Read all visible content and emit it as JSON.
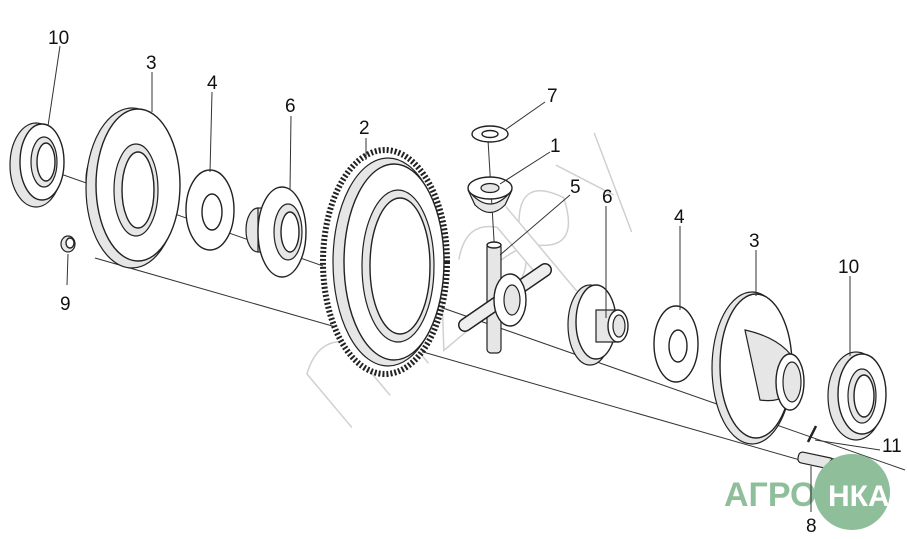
{
  "diagram": {
    "callouts": [
      {
        "id": "10-left",
        "text": "10"
      },
      {
        "id": "3-left",
        "text": "3"
      },
      {
        "id": "4-left",
        "text": "4"
      },
      {
        "id": "6-left",
        "text": "6"
      },
      {
        "id": "2",
        "text": "2"
      },
      {
        "id": "7",
        "text": "7"
      },
      {
        "id": "1",
        "text": "1"
      },
      {
        "id": "5",
        "text": "5"
      },
      {
        "id": "6-right",
        "text": "6"
      },
      {
        "id": "4-right",
        "text": "4"
      },
      {
        "id": "3-right",
        "text": "3"
      },
      {
        "id": "10-right",
        "text": "10"
      },
      {
        "id": "9",
        "text": "9"
      },
      {
        "id": "11",
        "text": "11"
      },
      {
        "id": "8",
        "text": "8"
      }
    ],
    "watermark": "mzapy",
    "logo": {
      "text": "АГРО НКА",
      "color": "#8fbf9a"
    }
  }
}
